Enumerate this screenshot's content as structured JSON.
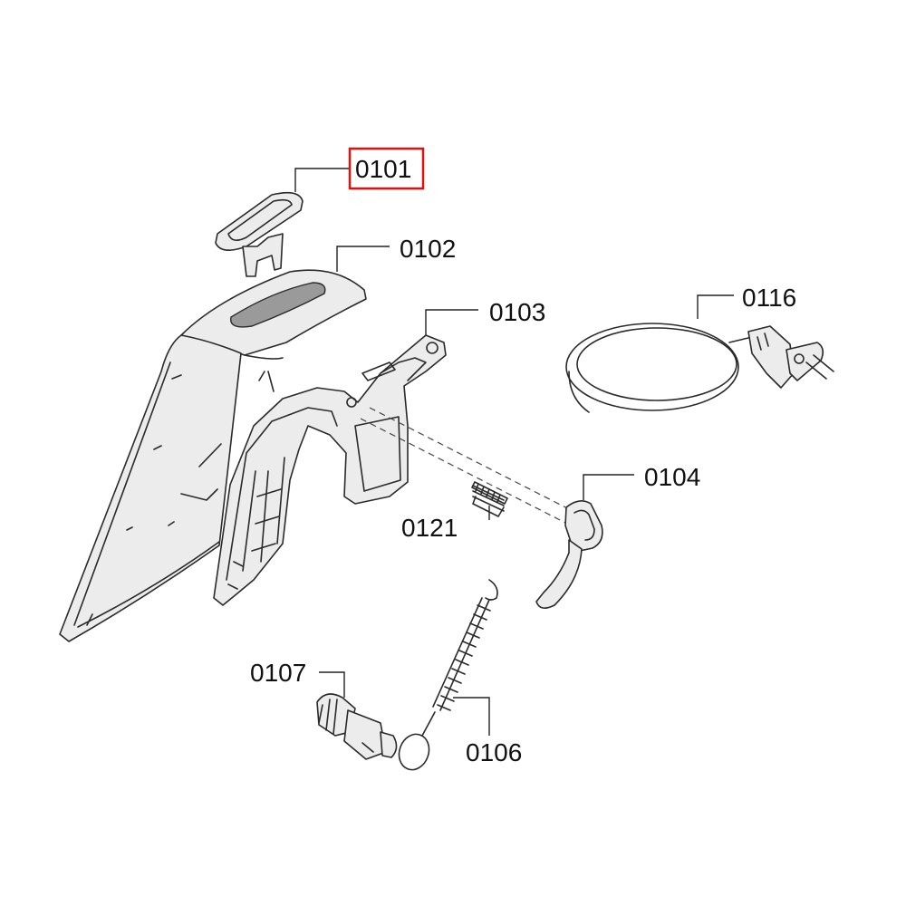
{
  "diagram": {
    "highlight_color": "#e01010",
    "callouts": [
      {
        "id": "0101",
        "text": "0101",
        "highlighted": true
      },
      {
        "id": "0102",
        "text": "0102",
        "highlighted": false
      },
      {
        "id": "0103",
        "text": "0103",
        "highlighted": false
      },
      {
        "id": "0116",
        "text": "0116",
        "highlighted": false
      },
      {
        "id": "0104",
        "text": "0104",
        "highlighted": false
      },
      {
        "id": "0121",
        "text": "0121",
        "highlighted": false
      },
      {
        "id": "0107",
        "text": "0107",
        "highlighted": false
      },
      {
        "id": "0106",
        "text": "0106",
        "highlighted": false
      }
    ]
  }
}
